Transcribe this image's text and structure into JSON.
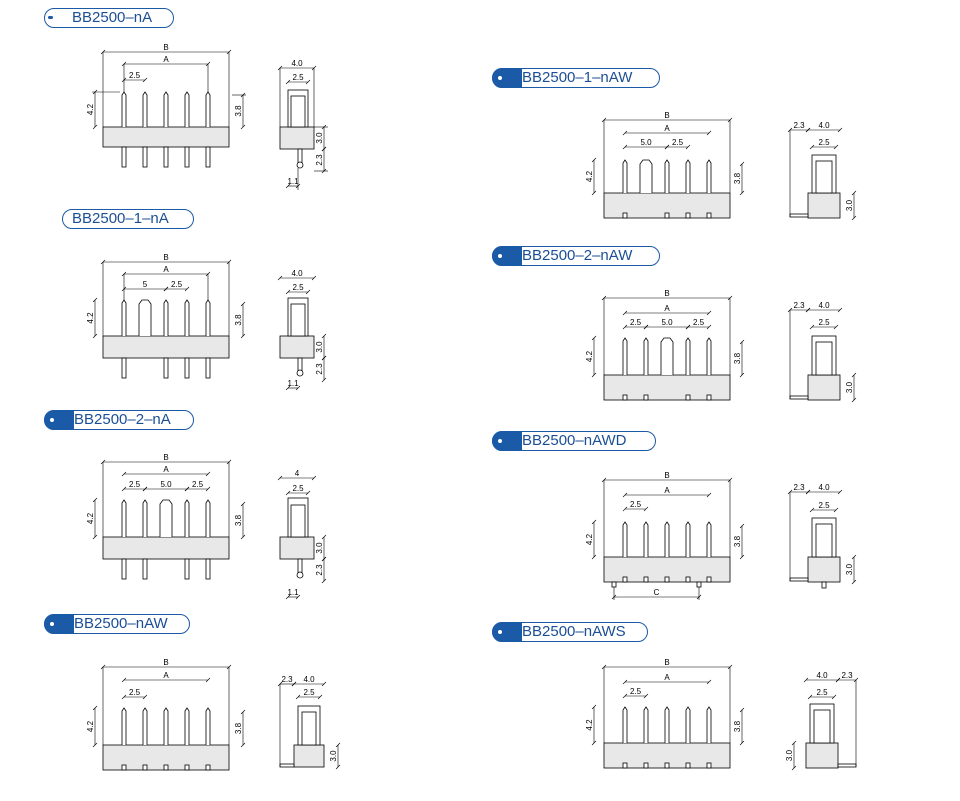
{
  "titles": [
    "BB2500–nA",
    "BB2500–1–nA",
    "BB2500–2–nA",
    "BB2500–nAW",
    "BB2500–1–nAW",
    "BB2500–2–nAW",
    "BB2500–nAWD",
    "BB2500–nAWS"
  ],
  "dims": {
    "B": "B",
    "A": "A",
    "C": "C",
    "pitch": "2.5",
    "gap5": "5",
    "gap50": "5.0",
    "h42": "4.2",
    "h38": "3.8",
    "w40": "4.0",
    "w4": "4",
    "w25": "2.5",
    "w23": "2.3",
    "h30": "3.0",
    "h23": "2.3",
    "w11": "1.1"
  },
  "colors": {
    "accent": "#1b5aa6",
    "line": "#000000",
    "body": "#e8e8e8"
  }
}
